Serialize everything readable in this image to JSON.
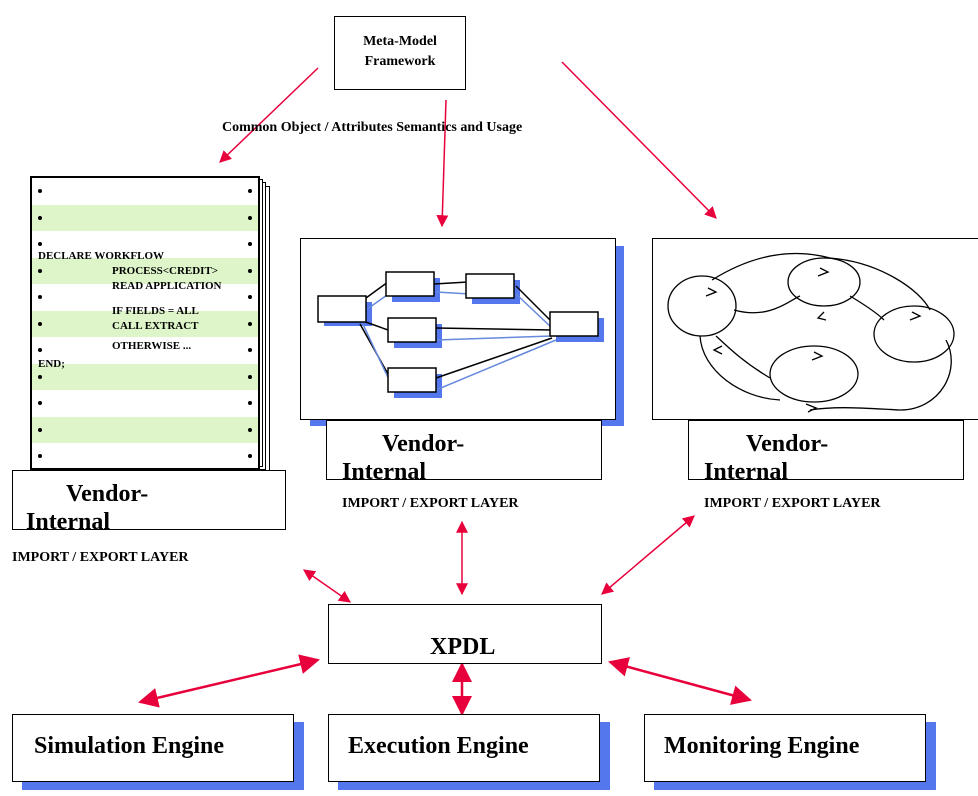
{
  "meta_model": {
    "title": "Meta-Model Framework"
  },
  "common_label": "Common Object / Attributes Semantics and Usage",
  "vendors": [
    {
      "vendor_line1": "Vendor-",
      "vendor_line2": "Internal",
      "layer": "IMPORT / EXPORT LAYER"
    },
    {
      "vendor_line1": "Vendor-",
      "vendor_line2": "Internal",
      "layer": "IMPORT / EXPORT LAYER"
    },
    {
      "vendor_line1": "Vendor-",
      "vendor_line2": "Internal",
      "layer": "IMPORT / EXPORT LAYER"
    }
  ],
  "code_listing": {
    "lines": [
      "DECLARE WORKFLOW",
      "PROCESS<CREDIT>",
      "READ APPLICATION",
      "IF FIELDS = ALL",
      "CALL EXTRACT",
      "OTHERWISE ...",
      "END;"
    ]
  },
  "xpdl": {
    "label": "XPDL"
  },
  "engines": [
    {
      "label": "Simulation Engine"
    },
    {
      "label": "Execution Engine"
    },
    {
      "label": "Monitoring Engine"
    }
  ],
  "colors": {
    "arrow": "#e8003c",
    "shadow": "#5577ee",
    "stripe": "#ddf5c8",
    "connector": "#6688dd"
  }
}
